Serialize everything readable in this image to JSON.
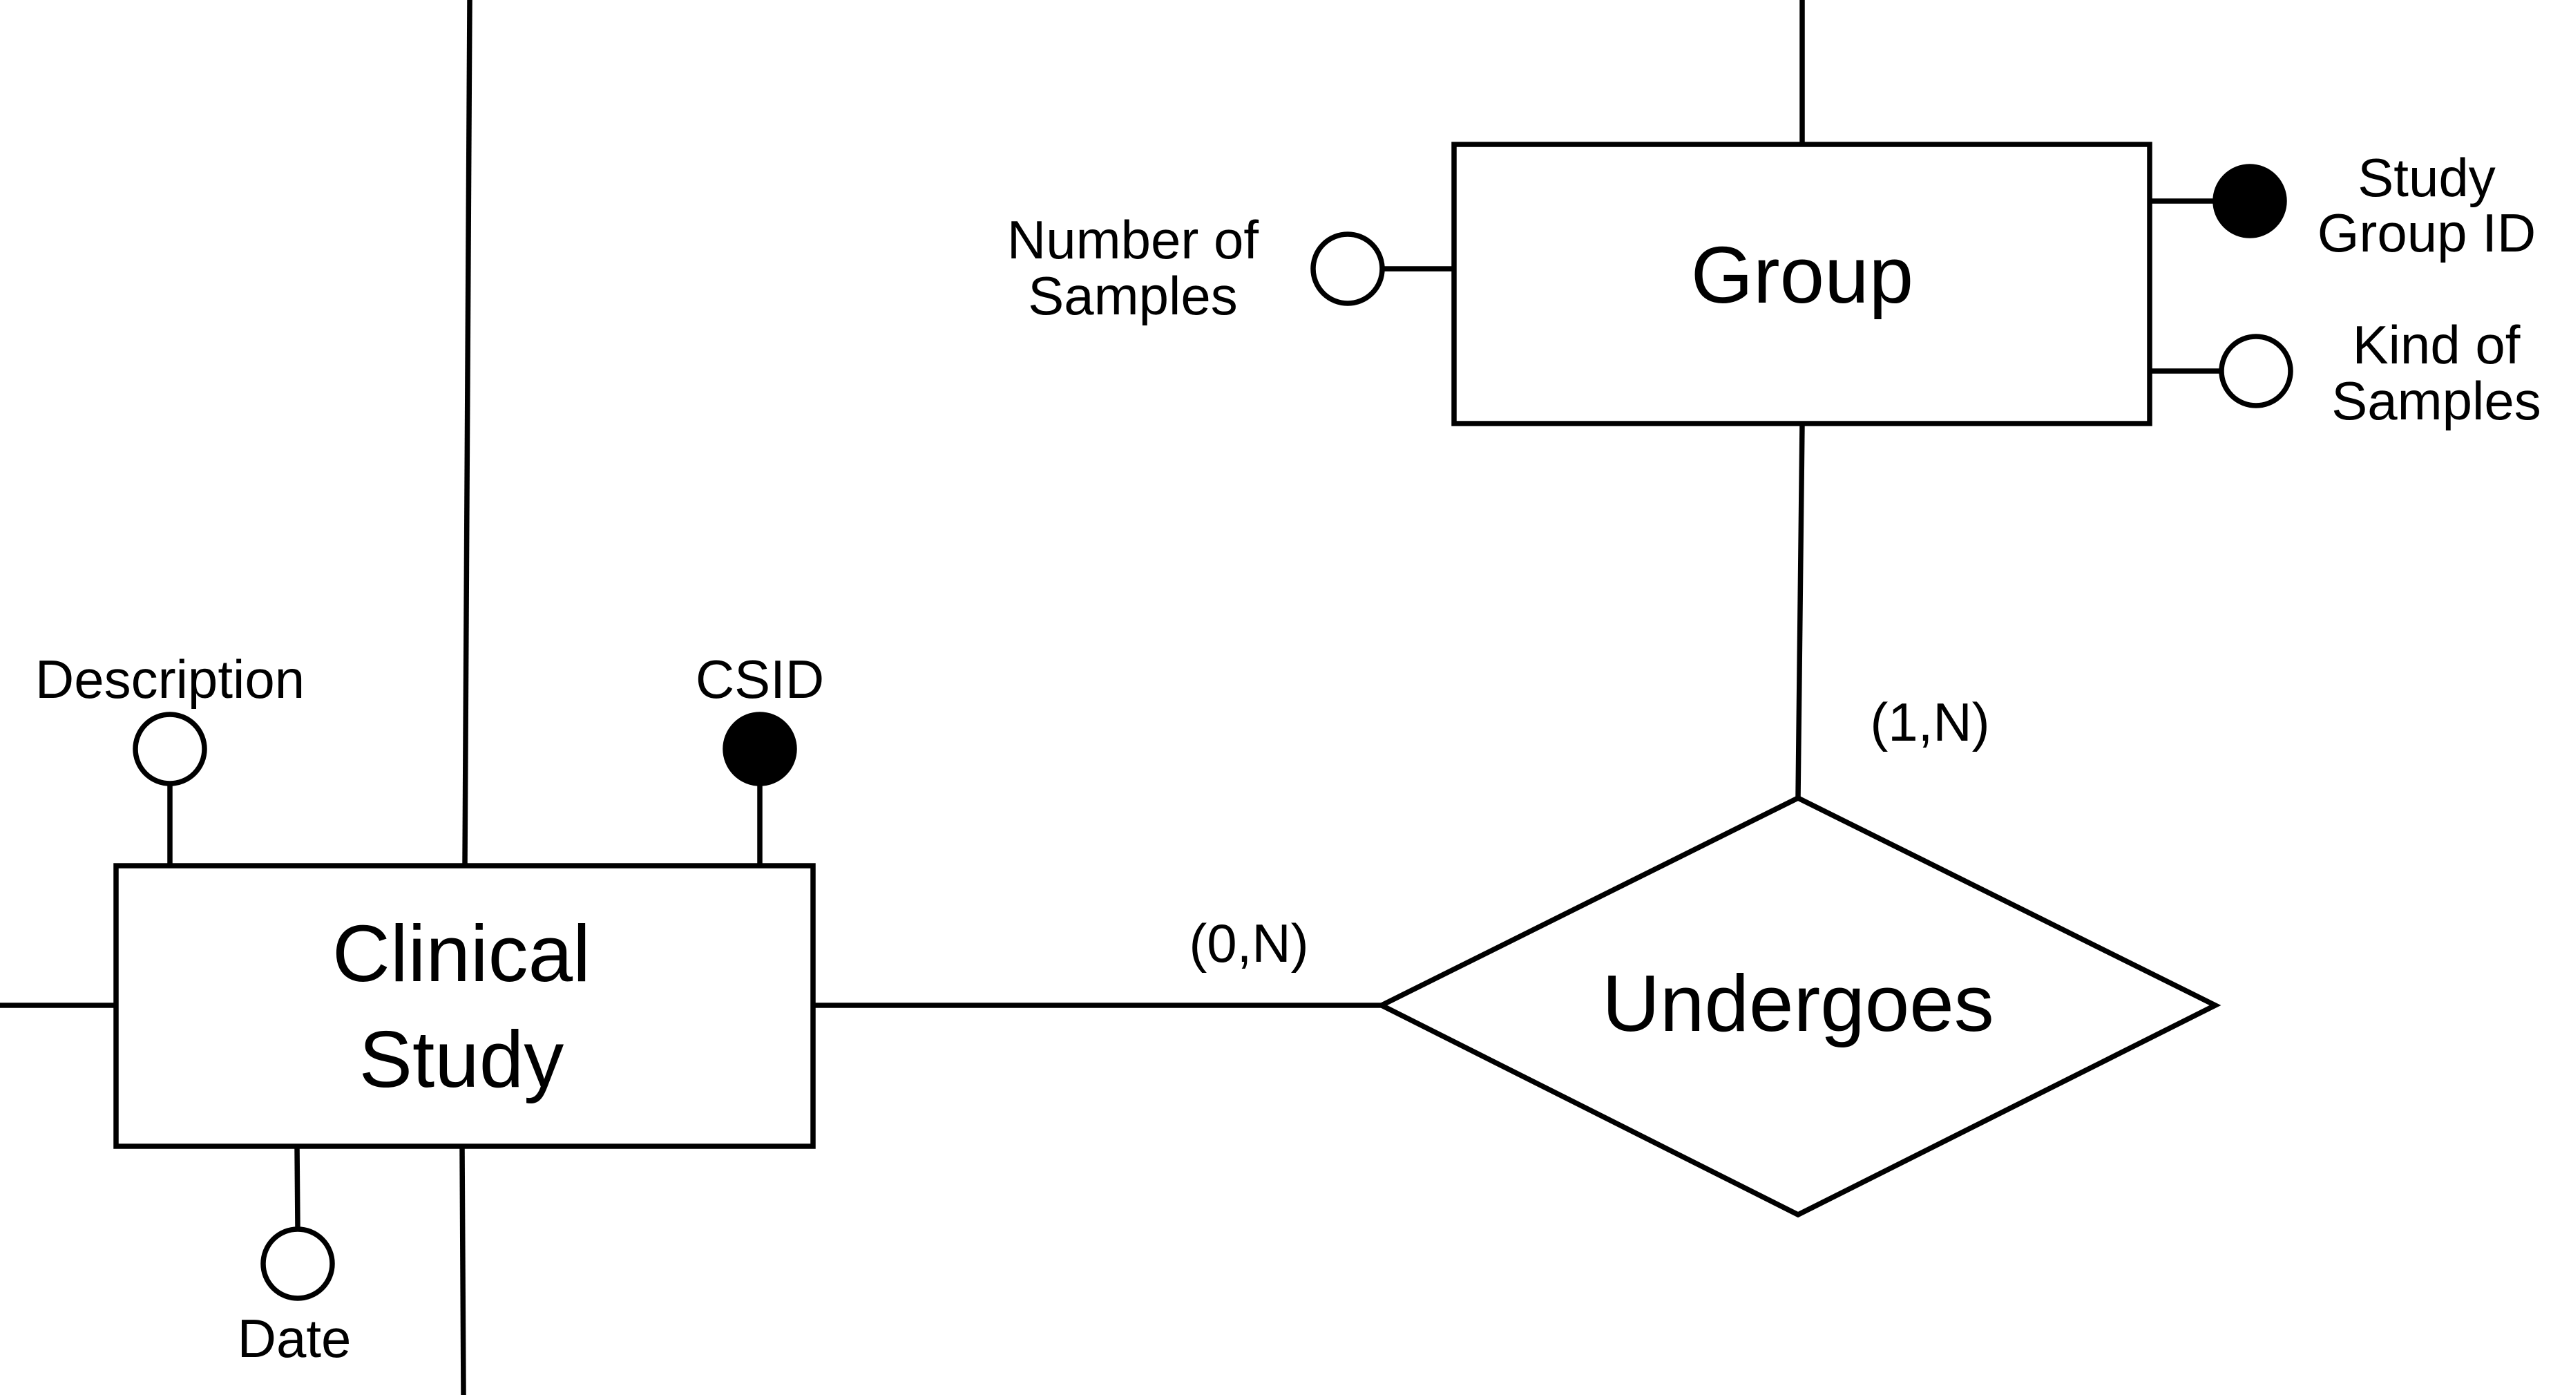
{
  "entities": {
    "group": {
      "label": "Group"
    },
    "clinical_study": {
      "label_line1": "Clinical",
      "label_line2": "Study"
    }
  },
  "relationships": {
    "undergoes": {
      "label": "Undergoes"
    }
  },
  "attributes": {
    "number_of_samples": {
      "line1": "Number of",
      "line2": "Samples",
      "key": false
    },
    "study_group_id": {
      "line1": "Study",
      "line2": "Group ID",
      "key": true
    },
    "kind_of_samples": {
      "line1": "Kind of",
      "line2": "Samples",
      "key": false
    },
    "description": {
      "label": "Description",
      "key": false
    },
    "csid": {
      "label": "CSID",
      "key": true
    },
    "date": {
      "label": "Date",
      "key": false
    }
  },
  "cardinalities": {
    "group_undergoes": "(1,N)",
    "clinical_study_undergoes": "(0,N)"
  },
  "colors": {
    "stroke": "#000000",
    "fill": "#ffffff",
    "key_fill": "#000000"
  }
}
